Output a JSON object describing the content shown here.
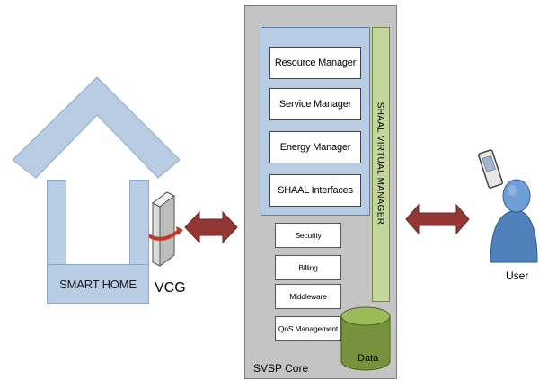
{
  "smart_home": {
    "label": "SMART HOME"
  },
  "vcg": {
    "label": "VCG"
  },
  "core": {
    "label": "SVSP Core",
    "managers": [
      "Resource Manager",
      "Service Manager",
      "Energy Manager",
      "SHAAL Interfaces"
    ],
    "services": [
      "Security",
      "Billing",
      "Middleware",
      "QoS Management"
    ],
    "virtual_manager": "SHAAL VIRTUAL MANAGER",
    "data_store": "Data"
  },
  "user": {
    "label": "User"
  },
  "icons": {
    "device": "sensor-device-icon",
    "gateway": "gateway-server-icon",
    "phone": "mobile-phone-icon",
    "person": "user-person-icon",
    "database": "database-cylinder-icon",
    "arrow": "double-arrow-icon"
  },
  "colors": {
    "home": "#b8cce4",
    "core": "#c4c4c4",
    "virtual_manager": "#c3d69b",
    "arrow": "#943634",
    "user": "#4f81bd"
  }
}
